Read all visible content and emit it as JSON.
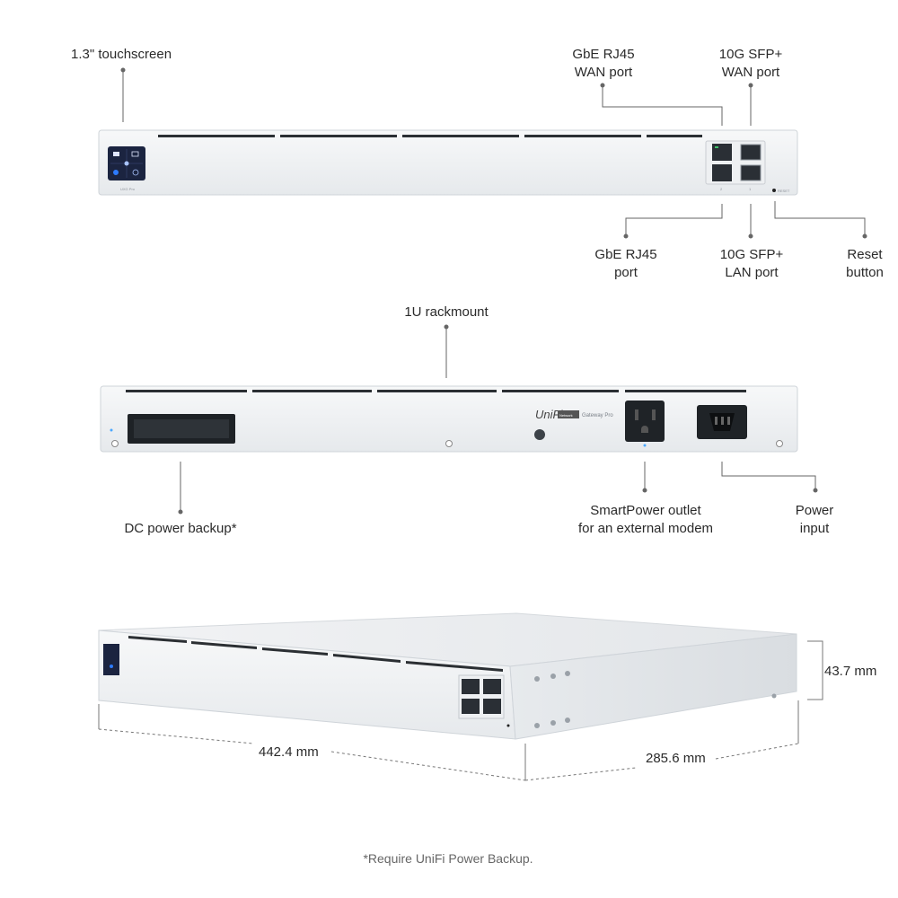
{
  "front": {
    "touchscreen": "1.3\" touchscreen",
    "model_tag": "UXG Pro",
    "wan_rj45_line1": "GbE RJ45",
    "wan_rj45_line2": "WAN port",
    "wan_sfp_line1": "10G SFP+",
    "wan_sfp_line2": "WAN port",
    "lan_rj45_line1": "GbE RJ45",
    "lan_rj45_line2": "port",
    "lan_sfp_line1": "10G SFP+",
    "lan_sfp_line2": "LAN port",
    "reset_line1": "Reset",
    "reset_line2": "button",
    "port_num_1": "1",
    "port_num_2": "2",
    "reset_tag": "RESET"
  },
  "rear": {
    "rackmount": "1U rackmount",
    "dc_backup": "DC power backup*",
    "smartpower_line1": "SmartPower outlet",
    "smartpower_line2": "for an external modem",
    "power_line1": "Power",
    "power_line2": "input",
    "brand": "UniFi",
    "brand_badge": "Network",
    "brand_product": "Gateway Pro"
  },
  "dimensions": {
    "width": "442.4 mm",
    "depth": "285.6 mm",
    "height": "43.7 mm"
  },
  "footnote": "*Require UniFi Power Backup."
}
